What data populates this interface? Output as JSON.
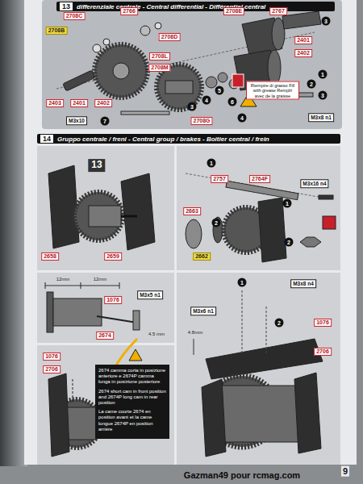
{
  "diagram": {
    "nodes": [
      {
        "text": [
          "13",
          "differenziale centrale - Central differential - Différentiel central"
        ]
      },
      {
        "text": [
          "14",
          "Gruppo centrale / freni - Central group / brakes - Boitier central / frein"
        ]
      },
      {
        "text": [
          "2674 camma corta in posizione anteriore e 2674P camma lunga in posizione posteriore",
          "2674 short cam in front position and 2674P long cam in rear position",
          "La came courte 2674 en position avant et la came longue 2674P en position arrière"
        ]
      }
    ],
    "labels": [
      "2708C",
      "2708B",
      "2766",
      "2708D",
      "2708E",
      "2767",
      "2401",
      "2402",
      "2708L",
      "2708M",
      "2403",
      "2401",
      "2402",
      "2708G",
      "M3x10",
      "M3x8 n1",
      "Riempire di grasso Fill with grease Remplir avec de la graisse",
      "7",
      "3",
      "4",
      "5",
      "6",
      "3",
      "4",
      "1",
      "2",
      "3",
      "13",
      "2658",
      "2659",
      "2757",
      "2764F",
      "M3x16 n4",
      "2663",
      "2662",
      "1",
      "1",
      "2",
      "2",
      "12mm",
      "12mm",
      "1076",
      "M3x5 n1",
      "2674",
      "4.5 mm",
      "1",
      "M3x8 n4",
      "M3x6 n1",
      "2",
      "1076",
      "2706",
      "4.8mm",
      "1076",
      "2706",
      "Gazman49 pour rcmag.com",
      "9"
    ]
  }
}
